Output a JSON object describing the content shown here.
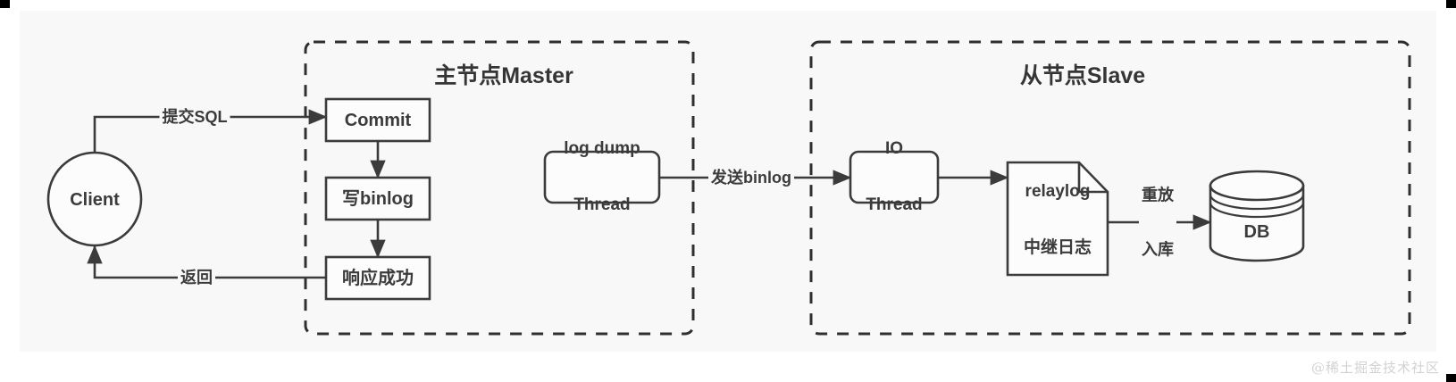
{
  "diagram": {
    "title": "MySQL 主从复制流程图",
    "background": "#f8f8f8",
    "stroke_color": "#3b3b3b",
    "text_color": "#3b3b3b",
    "groups": [
      {
        "id": "master",
        "label": "主节点Master"
      },
      {
        "id": "slave",
        "label": "从节点Slave"
      }
    ],
    "nodes": {
      "client": {
        "label": "Client",
        "shape": "circle"
      },
      "commit": {
        "label": "Commit",
        "shape": "rect"
      },
      "write_binlog": {
        "label": "写binlog",
        "shape": "rect"
      },
      "respond_ok": {
        "label": "响应成功",
        "shape": "rect"
      },
      "log_dump_thread": {
        "label_line1": "log dump",
        "label_line2": "Thread",
        "shape": "rounded-rect"
      },
      "io_thread": {
        "label_line1": "IO",
        "label_line2": "Thread",
        "shape": "rounded-rect"
      },
      "relaylog": {
        "label_line1": "relaylog",
        "label_line2": "中继日志",
        "shape": "document"
      },
      "db": {
        "label": "DB",
        "shape": "cylinder"
      }
    },
    "edges": [
      {
        "id": "submit-sql",
        "label": "提交SQL",
        "from": "client",
        "to": "commit"
      },
      {
        "id": "commit-to-binlog",
        "label": "",
        "from": "commit",
        "to": "write_binlog"
      },
      {
        "id": "binlog-to-respond",
        "label": "",
        "from": "write_binlog",
        "to": "respond_ok"
      },
      {
        "id": "return",
        "label": "返回",
        "from": "respond_ok",
        "to": "client"
      },
      {
        "id": "send-binlog",
        "label": "发送binlog",
        "from": "log_dump_thread",
        "to": "io_thread"
      },
      {
        "id": "io-to-relaylog",
        "label": "",
        "from": "io_thread",
        "to": "relaylog"
      },
      {
        "id": "replay-into-db",
        "label_line1": "重放",
        "label_line2": "入库",
        "from": "relaylog",
        "to": "db"
      }
    ],
    "watermark": "@稀土掘金技术社区"
  }
}
